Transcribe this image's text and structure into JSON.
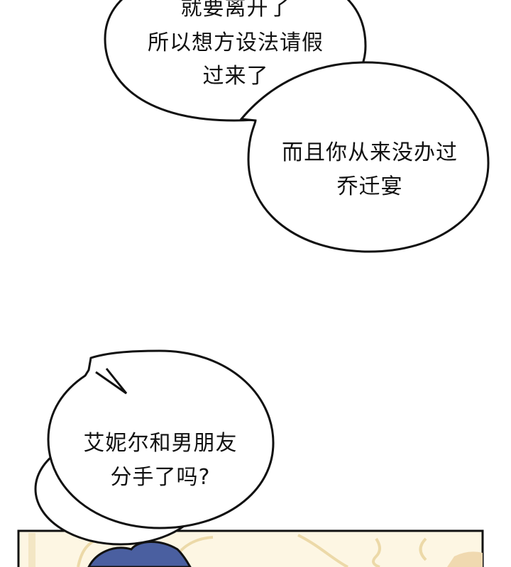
{
  "bubbles": [
    {
      "lines": [
        "就要离开了",
        "所以想方设法请假",
        "过来了"
      ]
    },
    {
      "lines": [
        "而且你从来没办过",
        "乔迁宴"
      ]
    },
    {
      "lines": [
        "艾妮尔和男朋友",
        "分手了吗?"
      ]
    }
  ],
  "colors": {
    "panel_bg": "#fdf6e3",
    "ornament": "#ecd9a8",
    "hair": "#4a5fa0",
    "ink": "#111111"
  }
}
